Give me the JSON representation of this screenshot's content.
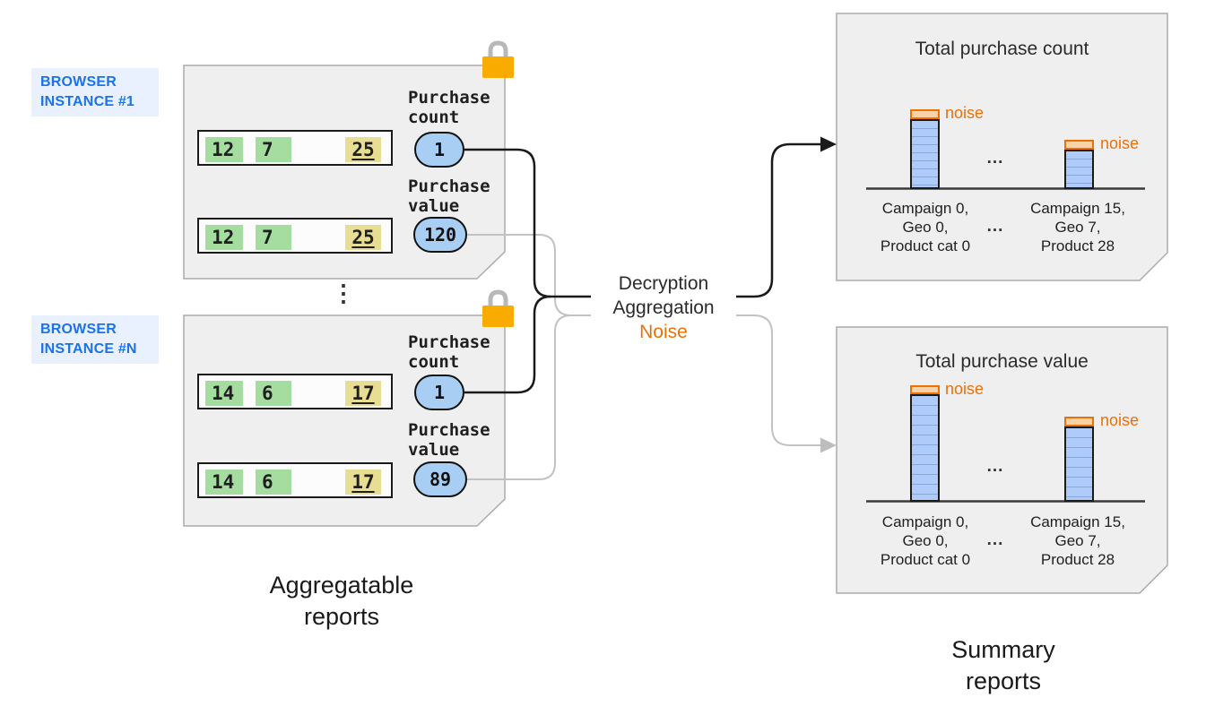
{
  "icons": {
    "lock_icon": "padlock"
  },
  "colors": {
    "browser_label_blue": "#1A73E8",
    "browser_label_bg": "#E8F1FD",
    "lock_orange": "#F9AB00",
    "noise_orange": "#E8710A",
    "pill_blue": "#A9CEF4",
    "bar_blue": "#AECBFA",
    "green_cell": "#A5DDA1",
    "yellow_cell": "#E7DE93",
    "card_gray": "#EFEFEF"
  },
  "instances": [
    {
      "label_lines": [
        "BROWSER",
        "INSTANCE #1"
      ],
      "rows": [
        {
          "cells": [
            "12",
            "7",
            "25"
          ]
        },
        {
          "cells": [
            "12",
            "7",
            "25"
          ]
        }
      ],
      "count_label_lines": [
        "Purchase",
        "count"
      ],
      "count_value": "1",
      "value_label_lines": [
        "Purchase",
        "value"
      ],
      "value_value": "120"
    },
    {
      "label_lines": [
        "BROWSER",
        "INSTANCE #N"
      ],
      "rows": [
        {
          "cells": [
            "14",
            "6",
            "17"
          ]
        },
        {
          "cells": [
            "14",
            "6",
            "17"
          ]
        }
      ],
      "count_label_lines": [
        "Purchase",
        "count"
      ],
      "count_value": "1",
      "value_label_lines": [
        "Purchase",
        "value"
      ],
      "value_value": "89"
    }
  ],
  "between_instances_ellipsis": "⋮",
  "process": {
    "steps": [
      "Decryption",
      "Aggregation"
    ],
    "noise_step": "Noise"
  },
  "summaries": [
    {
      "title": "Total purchase count",
      "noise_label": "noise",
      "bars_ellipsis": "...",
      "labels_ellipsis": "...",
      "bar_labels": [
        {
          "lines": [
            "Campaign 0,",
            "Geo 0,",
            "Product cat 0"
          ]
        },
        {
          "lines": [
            "Campaign 15,",
            "Geo 7,",
            "Product 28"
          ]
        }
      ]
    },
    {
      "title": "Total purchase value",
      "noise_label": "noise",
      "bars_ellipsis": "...",
      "labels_ellipsis": "...",
      "bar_labels": [
        {
          "lines": [
            "Campaign 0,",
            "Geo 0,",
            "Product cat 0"
          ]
        },
        {
          "lines": [
            "Campaign 15,",
            "Geo 7,",
            "Product 28"
          ]
        }
      ]
    }
  ],
  "captions": {
    "aggregatable_lines": [
      "Aggregatable",
      "reports"
    ],
    "summary_lines": [
      "Summary",
      "reports"
    ]
  }
}
